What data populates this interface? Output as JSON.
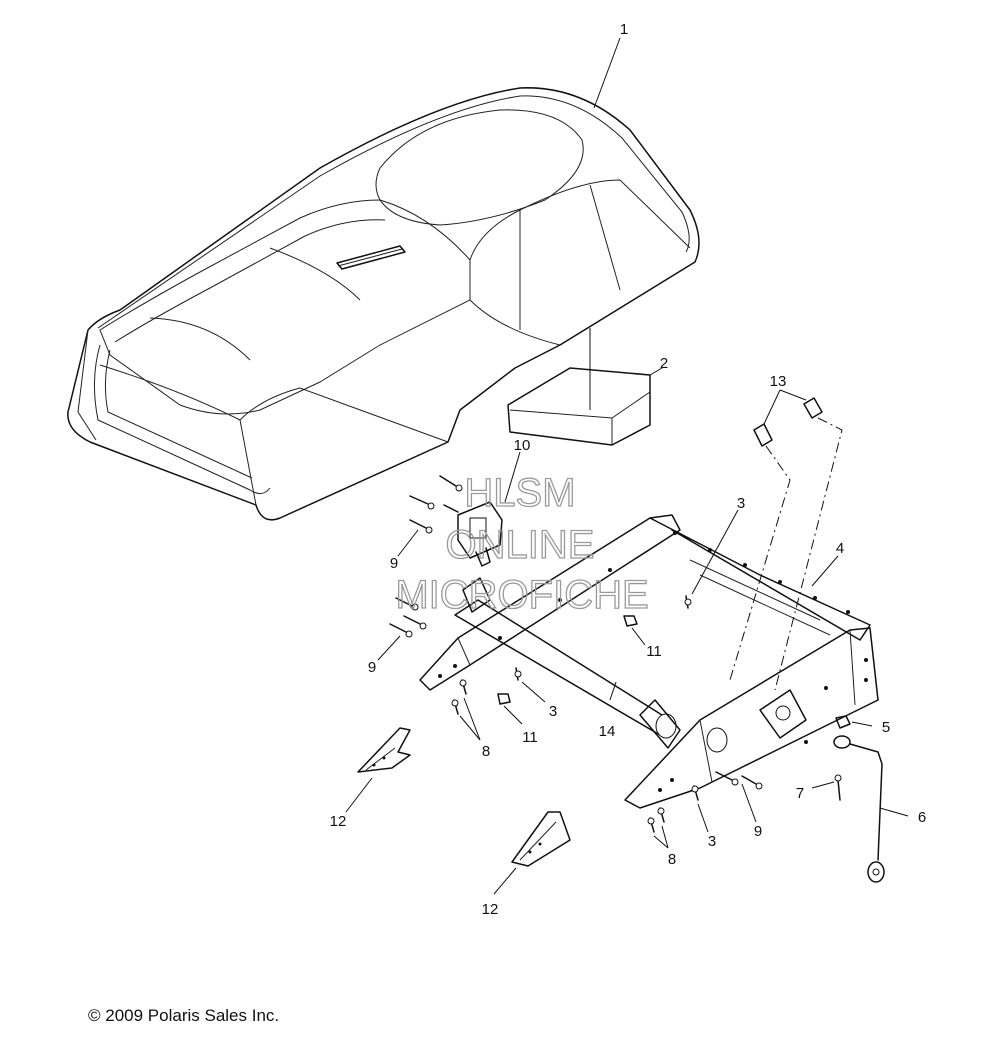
{
  "diagram": {
    "callouts": {
      "c1": "1",
      "c2": "2",
      "c3a": "3",
      "c3b": "3",
      "c3c": "3",
      "c4": "4",
      "c5": "5",
      "c6": "6",
      "c7": "7",
      "c8a": "8",
      "c8b": "8",
      "c9a": "9",
      "c9b": "9",
      "c9c": "9",
      "c10": "10",
      "c11a": "11",
      "c11b": "11",
      "c12a": "12",
      "c12b": "12",
      "c13": "13",
      "c14": "14"
    },
    "watermark": {
      "line1": "HLSM",
      "line2": "ONLINE",
      "line3": "MICROFICHE"
    },
    "copyright": "© 2009 Polaris Sales Inc."
  }
}
